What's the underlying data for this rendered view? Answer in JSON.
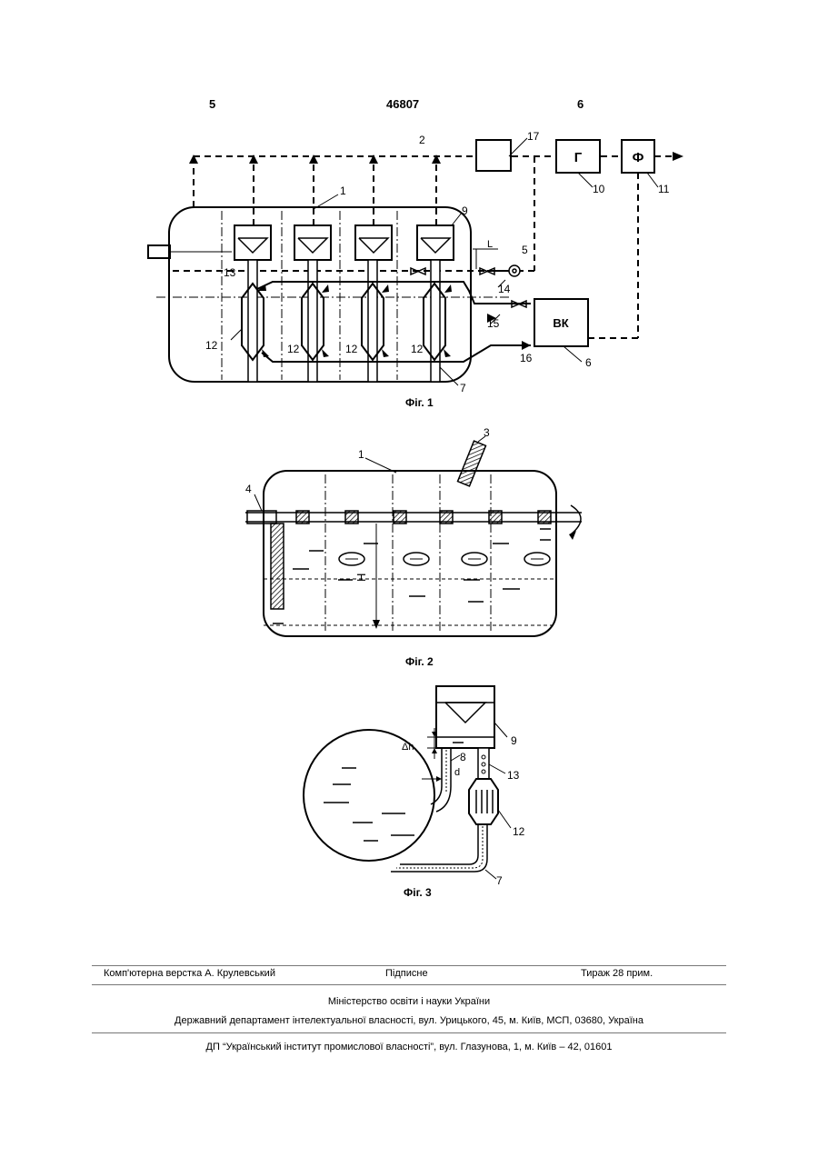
{
  "header": {
    "page_left": "5",
    "patent_number": "46807",
    "page_right": "6"
  },
  "fig1": {
    "caption": "Фіг. 1",
    "labels": {
      "l1": "1",
      "l2": "2",
      "l5": "5",
      "l6": "6",
      "l7": "7",
      "l9": "9",
      "l10": "10",
      "l11": "11",
      "l12a": "12",
      "l12b": "12",
      "l12c": "12",
      "l12d": "12",
      "l13": "13",
      "l14": "14",
      "l15": "15",
      "l16": "16",
      "l17": "17",
      "block_g": "Г",
      "block_f": "Ф",
      "block_vk": "ВК",
      "ltr": "L"
    }
  },
  "fig2": {
    "caption": "Фіг. 2",
    "labels": {
      "l1": "1",
      "l3": "3",
      "l4": "4",
      "lh": "H"
    }
  },
  "fig3": {
    "caption": "Фіг. 3",
    "labels": {
      "l7": "7",
      "l8": "8",
      "l9": "9",
      "l12": "12",
      "l13": "13",
      "dh": "Δh",
      "dop": "d"
    }
  },
  "footer": {
    "layout": "Комп'ютерна верстка А. Крулевський",
    "signed": "Підписне",
    "circulation": "Тираж 28 прим.",
    "ministry": "Міністерство освіти і науки України",
    "department": "Державний департамент інтелектуальної власності, вул. Урицького, 45, м. Київ, МСП, 03680, Україна",
    "institute": "ДП “Український інститут промислової власності”, вул. Глазунова, 1, м. Київ – 42, 01601"
  }
}
